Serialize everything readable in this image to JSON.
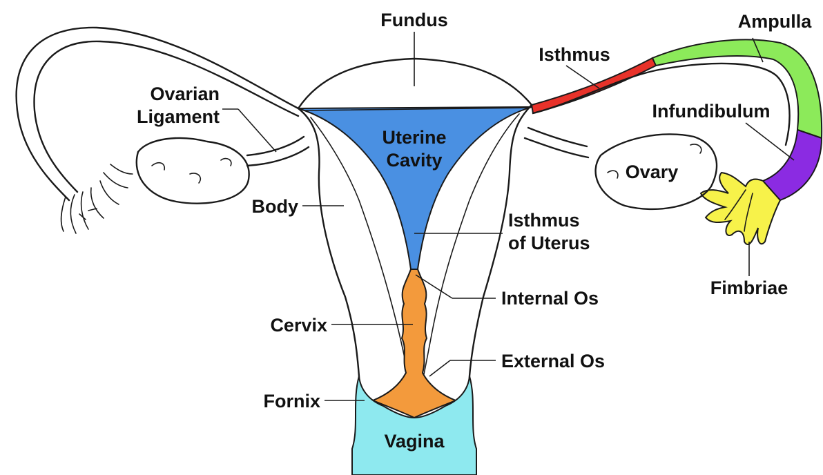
{
  "labels": {
    "fundus": "Fundus",
    "ampulla": "Ampulla",
    "isthmus": "Isthmus",
    "ovarian_ligament_line1": "Ovarian",
    "ovarian_ligament_line2": "Ligament",
    "infundibulum": "Infundibulum",
    "uterine_cavity_line1": "Uterine",
    "uterine_cavity_line2": "Cavity",
    "ovary": "Ovary",
    "body": "Body",
    "isthmus_uterus_line1": "Isthmus",
    "isthmus_uterus_line2": "of Uterus",
    "internal_os": "Internal Os",
    "fimbriae": "Fimbriae",
    "cervix": "Cervix",
    "external_os": "External Os",
    "fornix": "Fornix",
    "vagina": "Vagina"
  },
  "colors": {
    "uterine_cavity": "#4a90e2",
    "cervical_canal": "#f39a3c",
    "vagina": "#8ee9ef",
    "isthmus_tube": "#e8322a",
    "ampulla_tube": "#8cea5a",
    "infundibulum": "#8b2be2",
    "fimbriae": "#f7f24a"
  }
}
